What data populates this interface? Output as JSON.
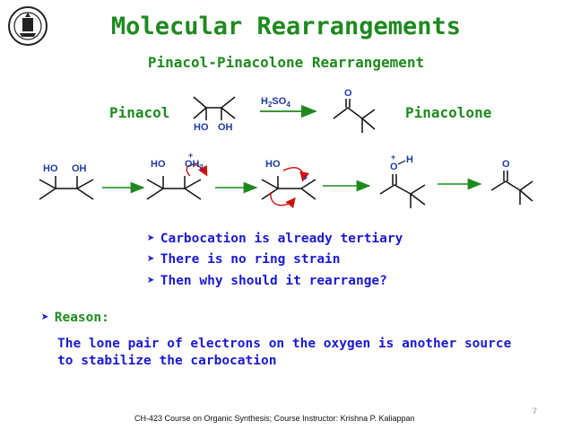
{
  "slide": {
    "title": "Molecular Rearrangements",
    "subtitle": "Pinacol-Pinacolone Rearrangement"
  },
  "scheme": {
    "pinacol_label": "Pinacol",
    "pinacolone_label": "Pinacolone",
    "reagent_main": "H",
    "reagent_sub1": "2",
    "reagent_mid": "SO",
    "reagent_sub2": "4",
    "ho1": "HO",
    "oh1": "OH",
    "oxygen": "O"
  },
  "mechanism": {
    "s1_ho": "HO",
    "s1_oh": "OH",
    "s2_ho": "HO",
    "s2_oh2_main": "OH",
    "s2_oh2_sub": "2",
    "s2_plus": "+",
    "s3_ho": "HO",
    "s3_plus": "+",
    "s4_plus": "+",
    "s4_o": "O",
    "s4_h": "H",
    "s5_o": "O"
  },
  "bullets": [
    "Carbocation is already tertiary",
    "There is no ring strain",
    "Then why should it rearrange?"
  ],
  "reason": {
    "heading": "Reason:",
    "line1": "The lone pair of electrons on the oxygen is another source",
    "line2": "to stabilize the carbocation"
  },
  "footer": {
    "credit": "CH-423 Course on Organic Synthesis; Course Instructor: Krishna P. Kaliappan",
    "page_number": "7"
  },
  "colors": {
    "title_green": "#1e8a1e",
    "bullet_blue": "#1a1ad0",
    "atom_label_blue": "#1f3aa0",
    "reaction_arrow_green": "#1e8a1e",
    "curved_arrow_red": "#d01010"
  },
  "icons": {
    "logo": "institute-seal-icon",
    "bullet": "arrowhead-bullet-icon"
  }
}
